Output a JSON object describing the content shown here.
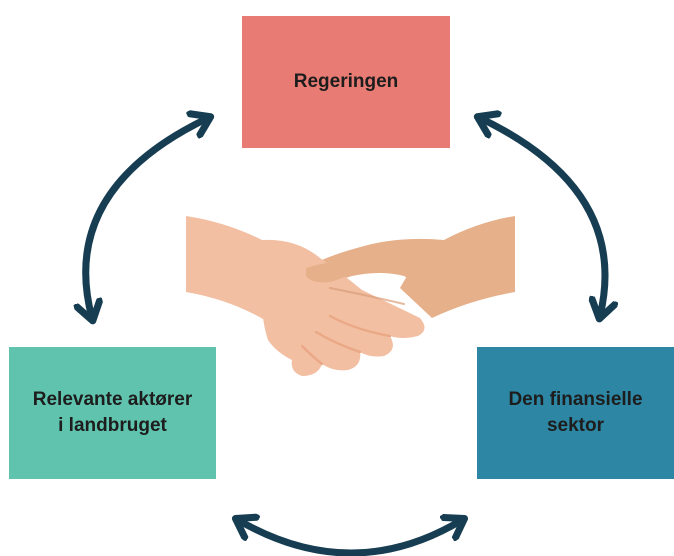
{
  "nodes": {
    "top": {
      "label": "Regeringen",
      "color": "#e87b73"
    },
    "left": {
      "line1": "Relevante aktører",
      "line2": "i landbruget",
      "color": "#5fc3ae"
    },
    "right": {
      "line1": "Den finansielle",
      "line2": "sektor",
      "color": "#2d86a3"
    }
  },
  "arrow_color": "#173d52",
  "center_icon": "handshake-icon",
  "hand_colors": {
    "left": "#f2bfa2",
    "right": "#e6b08a"
  }
}
